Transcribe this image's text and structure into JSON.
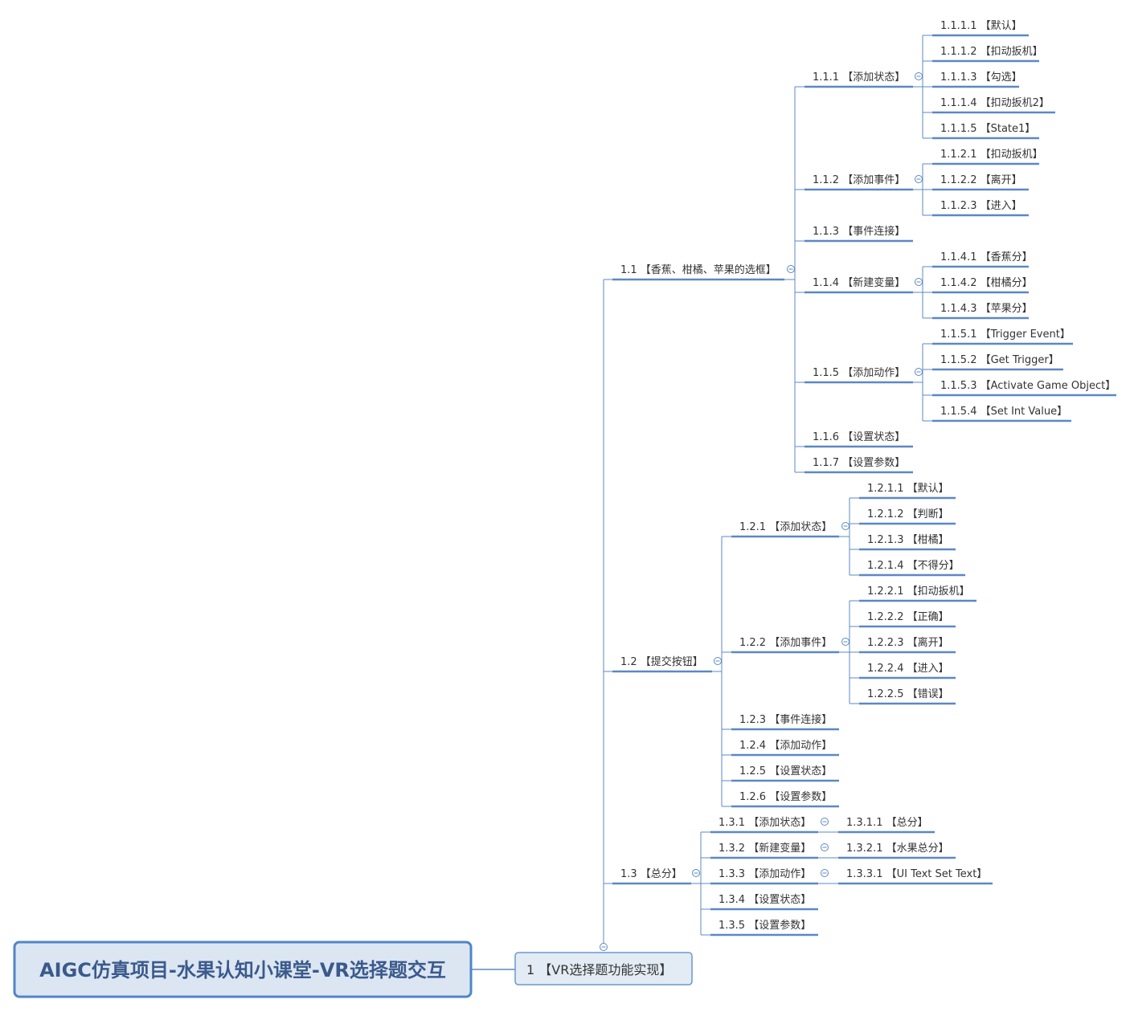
{
  "colors": {
    "line": "#5b88c4",
    "root_border": "#4f86c6",
    "root_fill": "#dce6f2",
    "l1_border": "#6a99cf",
    "l1_fill": "#e3ebf5",
    "text": "#333333"
  },
  "root": {
    "label": "AIGC仿真项目-水果认知小课堂-VR选择题交互"
  },
  "level1": {
    "label": "1 【VR选择题功能实现】"
  },
  "nodes": {
    "n11": "1.1 【香蕉、柑橘、苹果的选框】",
    "n111": "1.1.1 【添加状态】",
    "n1111": "1.1.1.1 【默认】",
    "n1112": "1.1.1.2 【扣动扳机】",
    "n1113": "1.1.1.3 【勾选】",
    "n1114": "1.1.1.4 【扣动扳机2】",
    "n1115": "1.1.1.5 【State1】",
    "n112": "1.1.2 【添加事件】",
    "n1121": "1.1.2.1 【扣动扳机】",
    "n1122": "1.1.2.2 【离开】",
    "n1123": "1.1.2.3 【进入】",
    "n113": "1.1.3 【事件连接】",
    "n114": "1.1.4 【新建变量】",
    "n1141": "1.1.4.1 【香蕉分】",
    "n1142": "1.1.4.2 【柑橘分】",
    "n1143": "1.1.4.3 【苹果分】",
    "n115": "1.1.5 【添加动作】",
    "n1151": "1.1.5.1 【Trigger Event】",
    "n1152": "1.1.5.2 【Get Trigger】",
    "n1153": "1.1.5.3 【Activate Game Object】",
    "n1154": "1.1.5.4 【Set Int Value】",
    "n116": "1.1.6 【设置状态】",
    "n117": "1.1.7 【设置参数】",
    "n12": "1.2 【提交按钮】",
    "n121": "1.2.1 【添加状态】",
    "n1211": "1.2.1.1 【默认】",
    "n1212": "1.2.1.2 【判断】",
    "n1213": "1.2.1.3 【柑橘】",
    "n1214": "1.2.1.4 【不得分】",
    "n122": "1.2.2 【添加事件】",
    "n1221": "1.2.2.1 【扣动扳机】",
    "n1222": "1.2.2.2 【正确】",
    "n1223": "1.2.2.3 【离开】",
    "n1224": "1.2.2.4 【进入】",
    "n1225": "1.2.2.5 【错误】",
    "n123": "1.2.3 【事件连接】",
    "n124": "1.2.4 【添加动作】",
    "n125": "1.2.5 【设置状态】",
    "n126": "1.2.6 【设置参数】",
    "n13": "1.3 【总分】",
    "n131": "1.3.1 【添加状态】",
    "n1311": "1.3.1.1 【总分】",
    "n132": "1.3.2 【新建变量】",
    "n1321": "1.3.2.1 【水果总分】",
    "n133": "1.3.3 【添加动作】",
    "n1331": "1.3.3.1 【UI Text Set Text】",
    "n134": "1.3.4 【设置状态】",
    "n135": "1.3.5 【设置参数】"
  }
}
